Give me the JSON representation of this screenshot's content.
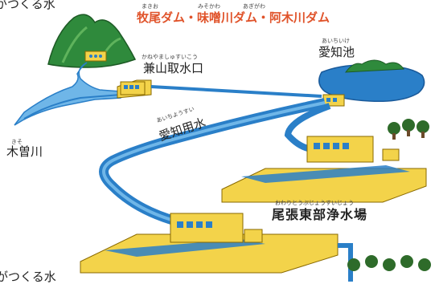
{
  "page": {
    "top_left_partial": "がつくる水",
    "bottom_left_partial": "水がつくる水"
  },
  "dams": {
    "ruby": "まきお　　　　　　　みそかわ　　　　あぎがわ",
    "label": "牧尾ダム・味噌川ダム・阿木川ダム"
  },
  "intake": {
    "ruby": "かねやましゅすいこう",
    "label": "兼山取水口"
  },
  "pond": {
    "ruby": "あいちいけ",
    "label": "愛知池"
  },
  "canal": {
    "ruby": "あいちようすい",
    "label": "愛知用水"
  },
  "river": {
    "ruby": "きそ",
    "label": "木曽川"
  },
  "plant": {
    "ruby": "おわりとうぶじょうすいじょう",
    "label": "尾張東部浄水場"
  },
  "colors": {
    "water": "#2a7fc8",
    "water_light": "#6fb6e8",
    "mountain": "#2f8a3c",
    "building": "#f3d34a",
    "building_edge": "#b8860b",
    "dam_text": "#e0532a",
    "tree": "#2e6b2a"
  }
}
